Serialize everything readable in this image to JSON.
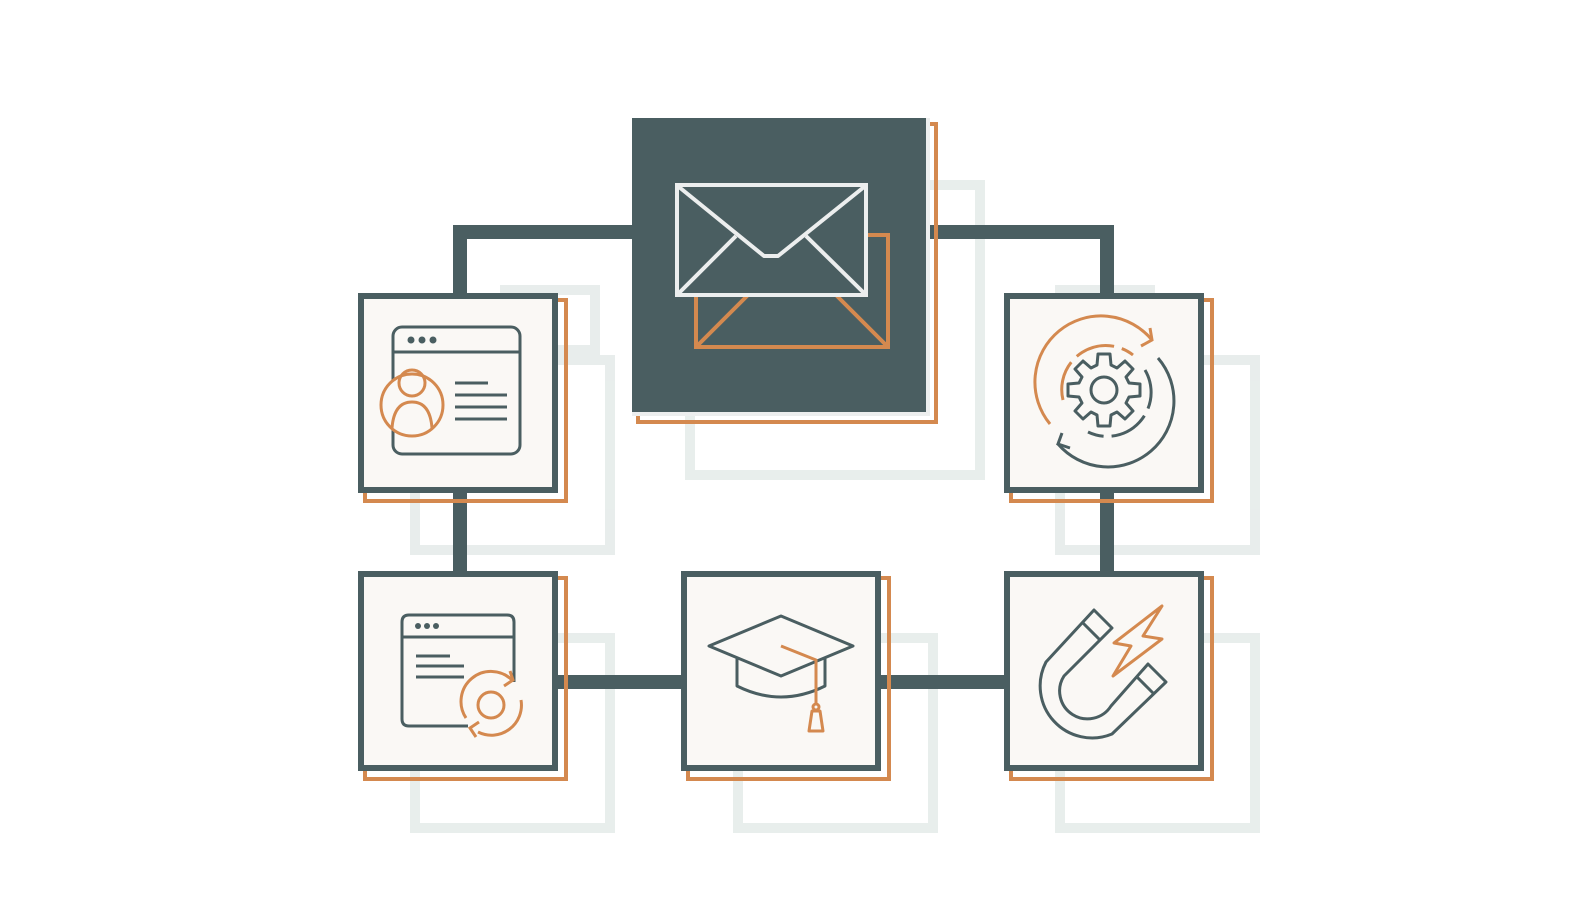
{
  "palette": {
    "dark": "#4a5e61",
    "orange": "#d4894f",
    "cream": "#faf8f5",
    "ghost": "#e9eeed",
    "envelope_outline": "#eceeee"
  },
  "nodes": [
    {
      "id": "email",
      "icon": "envelope-icon",
      "featured": true
    },
    {
      "id": "profile",
      "icon": "user-profile-page-icon",
      "featured": false
    },
    {
      "id": "automation",
      "icon": "gear-cycle-icon",
      "featured": false
    },
    {
      "id": "updates",
      "icon": "webpage-refresh-icon",
      "featured": false
    },
    {
      "id": "education",
      "icon": "graduation-cap-icon",
      "featured": false
    },
    {
      "id": "lead-magnet",
      "icon": "magnet-icon",
      "featured": false
    }
  ]
}
